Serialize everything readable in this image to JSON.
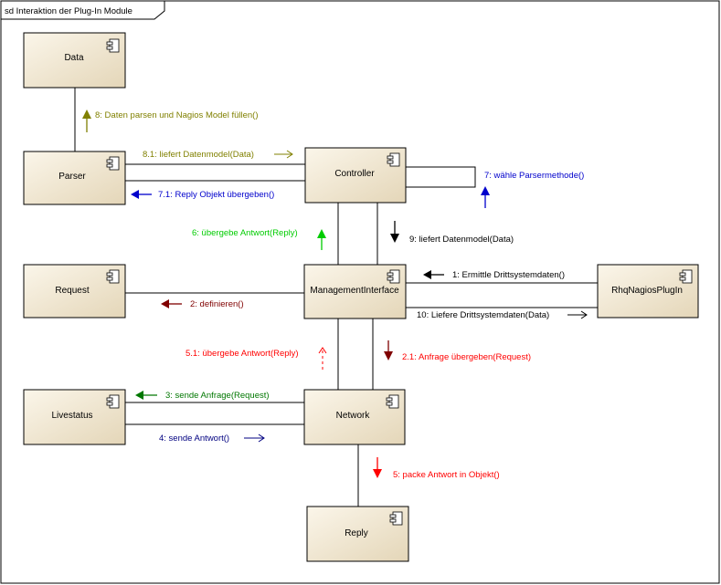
{
  "frame": {
    "title": "sd Interaktion der Plug-In Module"
  },
  "components": {
    "data": "Data",
    "parser": "Parser",
    "controller": "Controller",
    "request": "Request",
    "management": "ManagementInterface",
    "plugin": "RhqNagiosPlugIn",
    "livestatus": "Livestatus",
    "network": "Network",
    "reply": "Reply"
  },
  "messages": {
    "m8": "8: Daten parsen und Nagios Model füllen()",
    "m8_1": "8.1: liefert Datenmodel(Data)",
    "m7_1": "7.1: Reply Objekt übergeben()",
    "m7": "7: wähle Parsermethode()",
    "m6": "6: übergebe Antwort(Reply)",
    "m9": "9: liefert Datenmodel(Data)",
    "m1": "1: Ermittle Drittsystemdaten()",
    "m2": "2: definieren()",
    "m10": "10: Liefere Drittsystemdaten(Data)",
    "m5_1": "5.1: übergebe Antwort(Reply)",
    "m2_1": "2.1: Anfrage übergeben(Request)",
    "m3": "3: sende Anfrage(Request)",
    "m4": "4: sende Antwort()",
    "m5": "5: packe Antwort in Objekt()"
  },
  "colors": {
    "olive": "#808000",
    "blue": "#0000cc",
    "green": "#00cc00",
    "black": "#000000",
    "darkred": "#800000",
    "red": "#ff0000",
    "darkgreen": "#007700",
    "navy": "#000080"
  }
}
